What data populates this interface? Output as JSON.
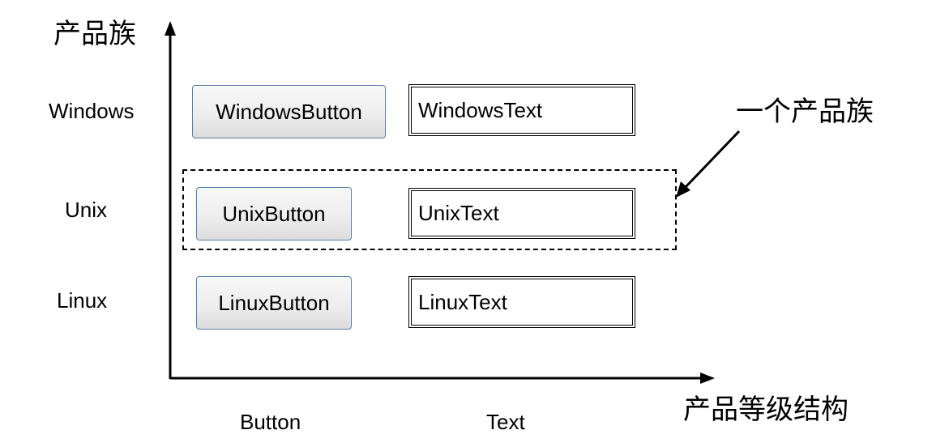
{
  "axes": {
    "y_title": "产品族",
    "x_title": "产品等级结构"
  },
  "rows": [
    "Windows",
    "Unix",
    "Linux"
  ],
  "columns": [
    "Button",
    "Text"
  ],
  "products": {
    "windows_button": "WindowsButton",
    "windows_text": "WindowsText",
    "unix_button": "UnixButton",
    "unix_text": "UnixText",
    "linux_button": "LinuxButton",
    "linux_text": "LinuxText"
  },
  "annotation": {
    "label": "一个产品族"
  },
  "colors": {
    "button_border": "#5b7fa6",
    "line": "#000000"
  }
}
